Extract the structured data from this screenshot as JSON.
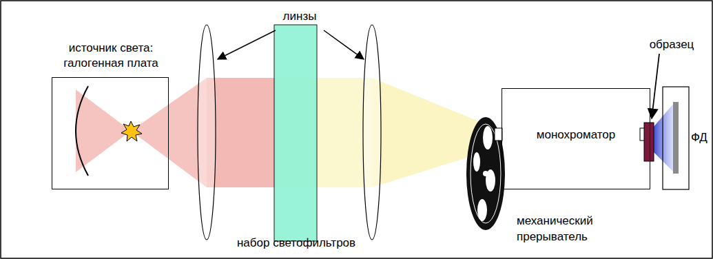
{
  "diagram": {
    "nodes": [
      {
        "text": [
          "источник света: галогенная плата"
        ]
      },
      {
        "text": [
          "монохроматор"
        ]
      }
    ],
    "labels": [
      "линзы",
      "набор светофильтров",
      "механический прерыватель",
      "образец",
      "ФД"
    ]
  }
}
